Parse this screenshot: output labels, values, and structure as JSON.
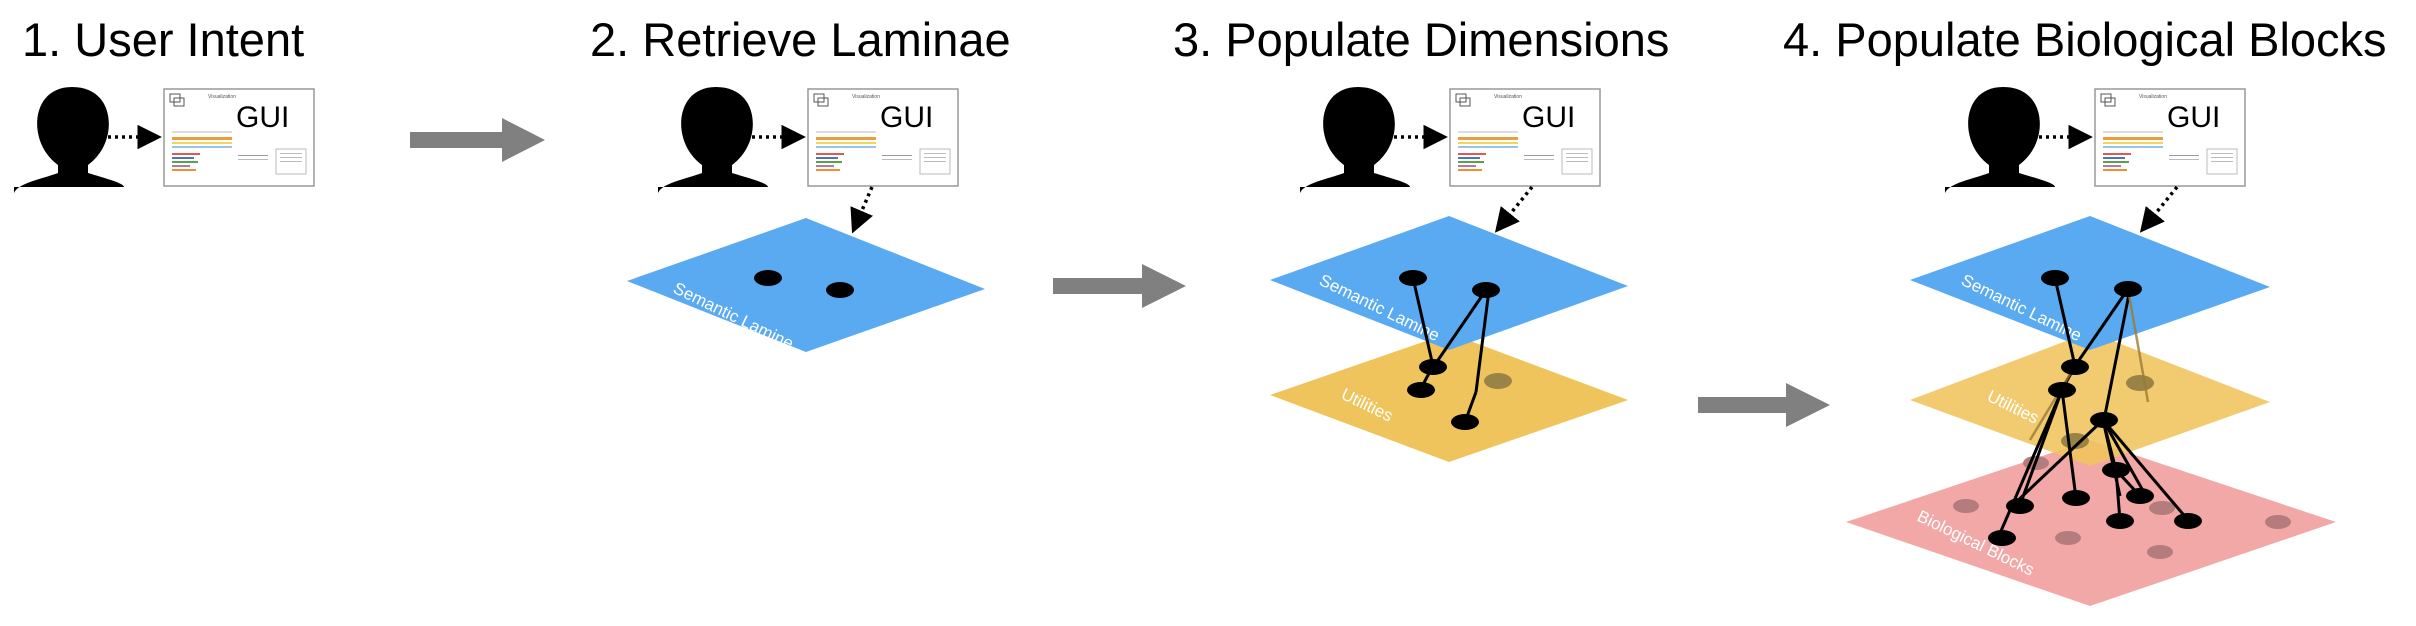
{
  "steps": [
    {
      "number": "1.",
      "title": "User Intent"
    },
    {
      "number": "2.",
      "title": "Retrieve Laminae"
    },
    {
      "number": "3.",
      "title": "Populate Dimensions"
    },
    {
      "number": "4.",
      "title": "Populate Biological Blocks"
    }
  ],
  "gui_label": "GUI",
  "gui_panel_title": "Visualization",
  "layers": {
    "semantic": "Semantic  Lamine",
    "utilities": "Utilities",
    "biological": "Biological Blocks"
  },
  "colors": {
    "semantic": "#5aaaf2",
    "utilities": "#f0c45c",
    "biological": "#f2a8a6",
    "arrow": "#808080",
    "node": "#000000",
    "text": "#000000"
  },
  "icons": [
    "user-silhouette-icon",
    "gui-window-icon",
    "dotted-arrow-icon",
    "process-arrow-icon"
  ]
}
